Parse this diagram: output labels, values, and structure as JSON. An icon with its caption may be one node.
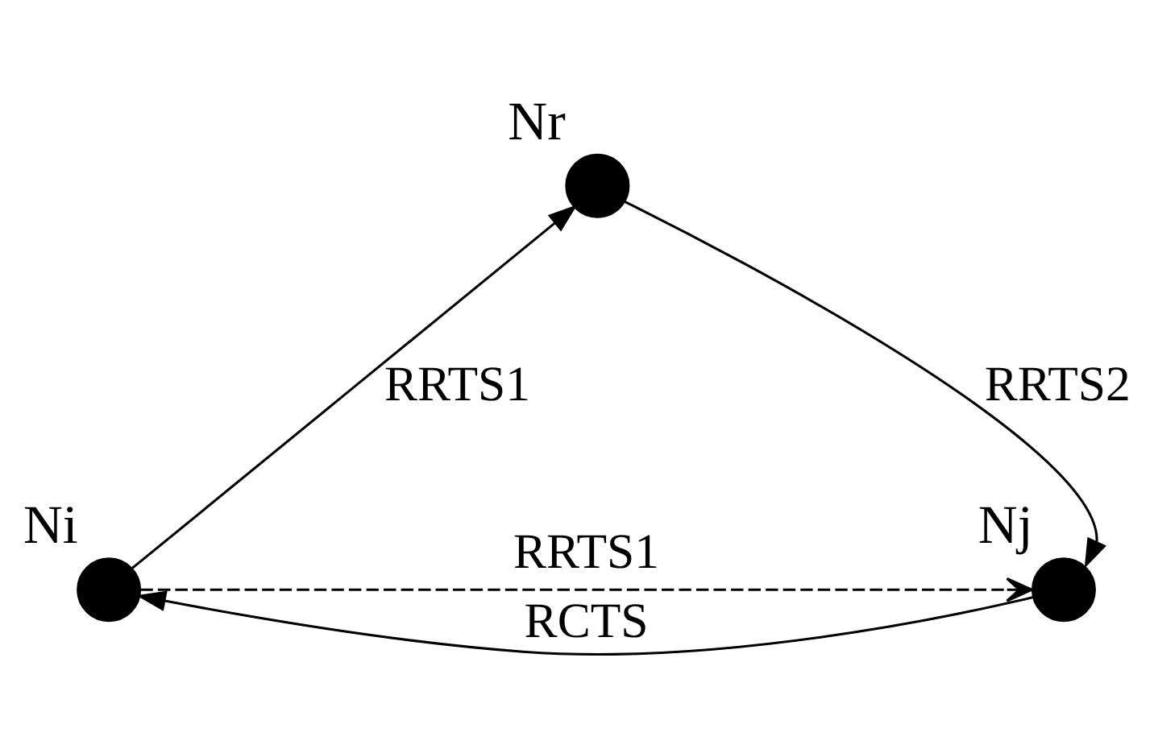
{
  "diagram": {
    "nodes": [
      {
        "text": [
          "Nr"
        ]
      },
      {
        "text": [
          "Ni"
        ]
      },
      {
        "text": [
          "Nj"
        ]
      }
    ],
    "edges": [
      {
        "from": 1,
        "to": 0,
        "arrow": "to",
        "label": "RRTS1"
      },
      {
        "from": 0,
        "to": 2,
        "arrow": "to",
        "label": "RRTS2"
      },
      {
        "from": 1,
        "to": 2,
        "arrow": "to",
        "label": "RRTS1",
        "style": "dashed"
      },
      {
        "from": 2,
        "to": 1,
        "arrow": "to",
        "label": "RCTS"
      }
    ]
  }
}
